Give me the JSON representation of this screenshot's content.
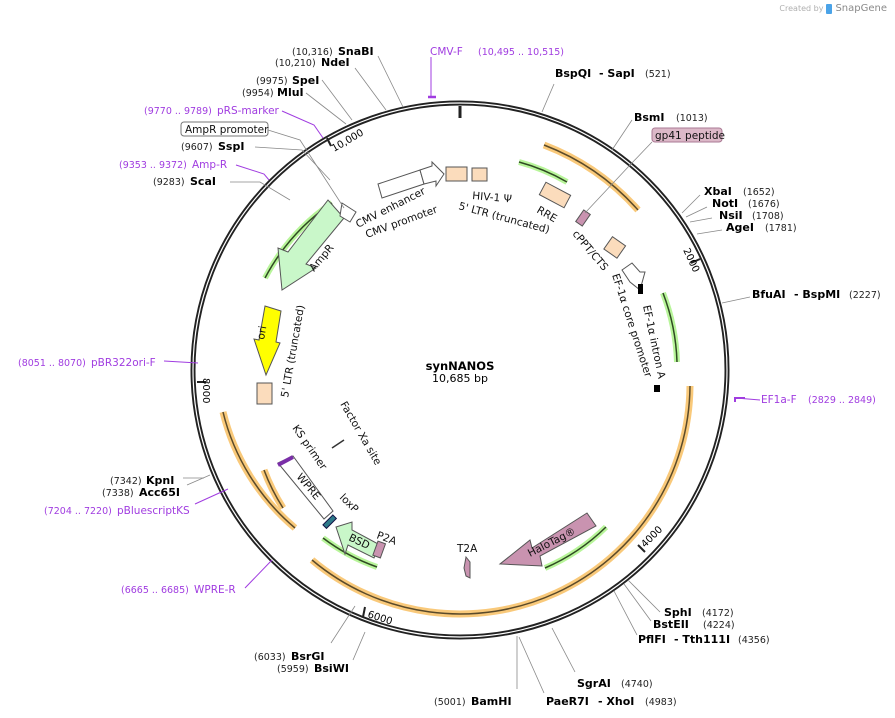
{
  "credit": {
    "text": "Created by",
    "brand": "SnapGene"
  },
  "plasmid": {
    "name": "synNANOS",
    "length": "10,685 bp"
  },
  "ticks": [
    "2000",
    "4000",
    "6000",
    "8000",
    "10,000"
  ],
  "sites": {
    "snabi": {
      "name": "SnaBI",
      "pos": "(10,316)"
    },
    "ndei": {
      "name": "NdeI",
      "pos": "(10,210)"
    },
    "spei": {
      "name": "SpeI",
      "pos": "(9975)"
    },
    "mlui": {
      "name": "MluI",
      "pos": "(9954)"
    },
    "sspi": {
      "name": "SspI",
      "pos": "(9607)"
    },
    "scai": {
      "name": "ScaI",
      "pos": "(9283)"
    },
    "bspqi": {
      "name": "BspQI",
      "name2": "- SapI",
      "pos": "(521)"
    },
    "bsmi": {
      "name": "BsmI",
      "pos": "(1013)"
    },
    "xbai": {
      "name": "XbaI",
      "pos": "(1652)"
    },
    "noti": {
      "name": "NotI",
      "pos": "(1676)"
    },
    "nsii": {
      "name": "NsiI",
      "pos": "(1708)"
    },
    "agei": {
      "name": "AgeI",
      "pos": "(1781)"
    },
    "bfuai": {
      "name": "BfuAI",
      "name2": "- BspMI",
      "pos": "(2227)"
    },
    "sphi": {
      "name": "SphI",
      "pos": "(4172)"
    },
    "bsteii": {
      "name": "BstEII",
      "pos": "(4224)"
    },
    "pflfi": {
      "name": "PflFI",
      "name2": "- Tth111I",
      "pos": "(4356)"
    },
    "sgrai": {
      "name": "SgrAI",
      "pos": "(4740)"
    },
    "paer7i": {
      "name": "PaeR7I",
      "name2": "- XhoI",
      "pos": "(4983)"
    },
    "bamhi": {
      "name": "BamHI",
      "pos": "(5001)"
    },
    "bsrgi": {
      "name": "BsrGI",
      "pos": "(6033)"
    },
    "bsiwi": {
      "name": "BsiWI",
      "pos": "(5959)"
    },
    "kpni": {
      "name": "KpnI",
      "pos": "(7342)"
    },
    "acc65i": {
      "name": "Acc65I",
      "pos": "(7338)"
    }
  },
  "primers": {
    "cmvf": {
      "name": "CMV-F",
      "pos": "(10,495 .. 10,515)"
    },
    "prs": {
      "name": "pRS-marker",
      "pos": "(9770 .. 9789)"
    },
    "ampr": {
      "name": "Amp-R",
      "pos": "(9353 .. 9372)"
    },
    "pbr": {
      "name": "pBR322ori-F",
      "pos": "(8051 .. 8070)"
    },
    "pbks": {
      "name": "pBluescriptKS",
      "pos": "(7204 .. 7220)"
    },
    "wprer": {
      "name": "WPRE-R",
      "pos": "(6665 .. 6685)"
    },
    "ef1af": {
      "name": "EF1a-F",
      "pos": "(2829 .. 2849)"
    }
  },
  "features": {
    "ampr_promoter": "AmpR promoter",
    "gp41": "gp41 peptide",
    "cmv_enh": "CMV enhancer",
    "cmv_prom": "CMV promoter",
    "hiv_psi": "HIV-1 Ψ",
    "ltr5": "5' LTR (truncated)",
    "rre": "RRE",
    "cppt": "cPPT/CTS",
    "ef1a_core": "EF-1α core promoter",
    "ef1a_intron": "EF-1α intron A",
    "ampr": "AmpR",
    "ori": "ori",
    "ltr3": "5' LTR (truncated)",
    "factorxa": "Factor Xa site",
    "ks": "KS primer",
    "wpre": "WPRE",
    "loxp": "loxP",
    "bsd": "BSD",
    "p2a": "P2A",
    "t2a": "T2A",
    "halotag": "HaloTag®"
  },
  "colors": {
    "backbone": "#222222",
    "primer": "#a03ce0",
    "orf_glow": "#f9c97a",
    "green_glow": "#b8f59a",
    "promoter_fill": "#ffffff",
    "misc_fill": "#fbdcbc",
    "ampr_fill": "#c9f7c9",
    "ori_fill": "#ffff00",
    "tag_fill": "#c993b0"
  }
}
